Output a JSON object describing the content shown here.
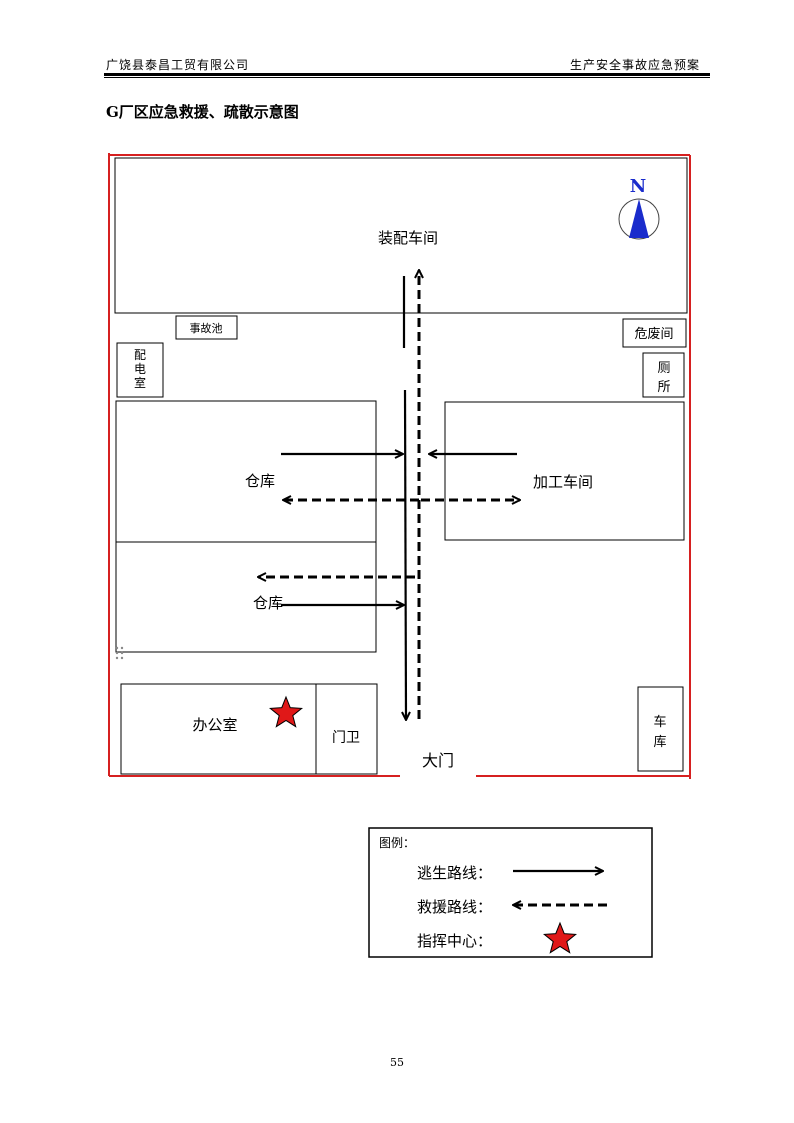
{
  "header": {
    "company": "广饶县泰昌工贸有限公司",
    "doc_name": "生产安全事故应急预案"
  },
  "title": "G厂区应急救援、疏散示意图",
  "page_number": "55",
  "compass": {
    "label": "N"
  },
  "areas": {
    "assembly_workshop": "装配车间",
    "accident_pool": "事故池",
    "distribution_room": [
      "配",
      "电",
      "室"
    ],
    "hazardous_waste_room": "危废间",
    "toilet": [
      "厕",
      "所"
    ],
    "warehouse_upper": "仓库",
    "processing_workshop": "加工车间",
    "warehouse_lower": "仓库",
    "office": "办公室",
    "guard_room": "门卫",
    "main_gate": "大门",
    "garage": [
      "车",
      "库"
    ]
  },
  "legend": {
    "heading": "图例：",
    "escape_route": "逃生路线：",
    "rescue_route": "救援路线：",
    "command_center": "指挥中心："
  },
  "colors": {
    "boundary": "#d62020",
    "star_fill": "#e01818",
    "compass_fill": "#1a2ccc"
  }
}
